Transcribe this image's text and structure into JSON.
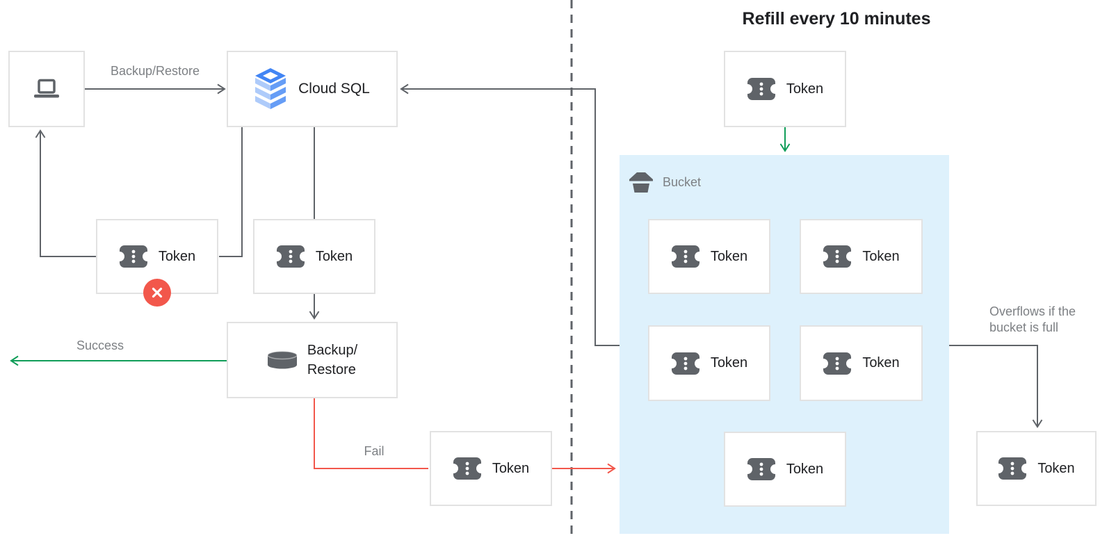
{
  "diagram": {
    "title": "Refill every 10 minutes",
    "nodes": {
      "cloud_sql": "Cloud SQL",
      "backup_restore_line1": "Backup/",
      "backup_restore_line2": "Restore",
      "token": "Token",
      "bucket": "Bucket"
    },
    "edge_labels": {
      "backup_restore": "Backup/Restore",
      "success": "Success",
      "fail": "Fail",
      "overflow_line1": "Overflows if the",
      "overflow_line2": "bucket is full"
    },
    "icons": {
      "client": "laptop-icon",
      "cloud_sql": "cloud-sql-stack-icon",
      "token": "token-ticket-icon",
      "backup_restore": "database-cylinder-icon",
      "bucket": "bucket-icon",
      "rejected": "x-circle-icon"
    },
    "colors": {
      "green": "#0f9d58",
      "red": "#f2574b",
      "line_gray": "#5f6368",
      "label_gray": "#7d8084",
      "text_dark": "#202124",
      "box_border": "#e2e2e2",
      "bucket_fill": "#def1fc",
      "icon_gray": "#5f6368",
      "csql_blue": "#4285f4",
      "csql_blue_mid": "#669df6",
      "csql_blue_light": "#aecbfa"
    }
  }
}
